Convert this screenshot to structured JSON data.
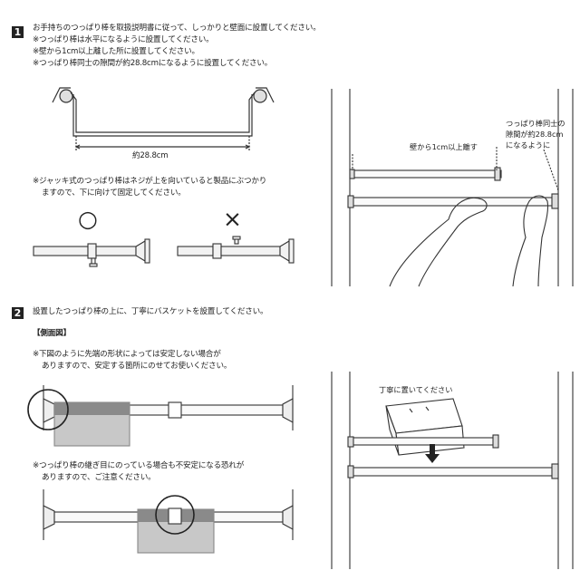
{
  "step1": {
    "number": "1",
    "lines": [
      "お手持ちのつっぱり棒を取扱説明書に従って、しっかりと壁面に設置してください。",
      "※つっぱり棒は水平になるように設置してください。",
      "※壁から1cm以上離した所に設置してください。",
      "※つっぱり棒同士の隙間が約28.8cmになるように設置してください。"
    ],
    "gap_label": "約28.8cm",
    "jack_note": [
      "※ジャッキ式のつっぱり棒はネジが上を向いていると製品にぶつかり",
      "ますので、下に向けて固定してください。"
    ],
    "ok_mark": "○",
    "ng_mark": "×",
    "callout_wall": "壁から1cm以上離す",
    "callout_gap": [
      "つっぱり棒同士の",
      "隙間が約28.8cm",
      "になるように"
    ]
  },
  "step2": {
    "number": "2",
    "title": "設置したつっぱり棒の上に、丁寧にバスケットを設置してください。",
    "side_label": "【側面図】",
    "note1": [
      "※下図のように先端の形状によっては安定しない場合が",
      "ありますので、安定する箇所にのせてお使いください。"
    ],
    "note2": [
      "※つっぱり棒の継ぎ目にのっている場合も不安定になる恐れが",
      "ありますので、ご注意ください。"
    ],
    "callout_place": "丁寧に置いてください"
  },
  "colors": {
    "badge": "#222222",
    "basket_grey": "#c8c8c8",
    "basket_dark": "#8a8a8a",
    "line": "#333333"
  }
}
